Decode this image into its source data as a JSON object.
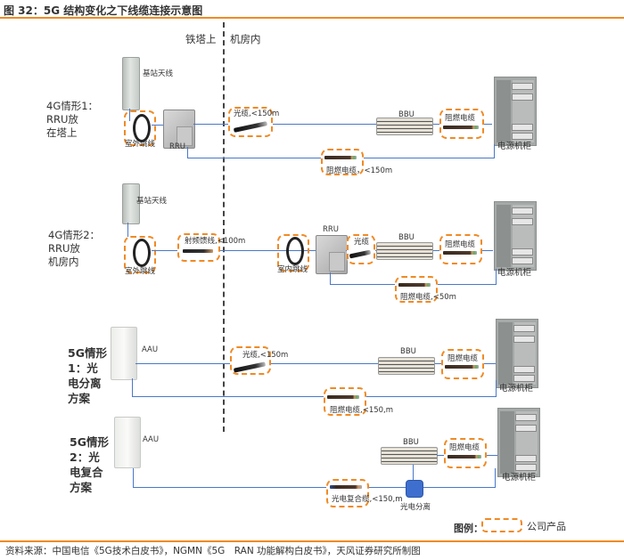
{
  "figure": {
    "title": "图 32：5G 结构变化之下线缆连接示意图",
    "source": "资料来源：中国电信《5G技术白皮书》，NGMN《5G　RAN 功能解构白皮书》，天风证券研究所制图"
  },
  "zones": {
    "tower": "铁塔上",
    "room": "机房内"
  },
  "colors": {
    "accent": "#f08a24",
    "line": "#4a78c8",
    "splitter": "#3e6fcf"
  },
  "scenarios": [
    {
      "label": "4G情形1：\nRRU放\n在塔上",
      "antenna": "基站天线",
      "jumper_out": "室外跳线",
      "rru": "RRU",
      "fiber": "光缆,<150m",
      "bbu": "BBU",
      "power_cable": "阻燃电缆",
      "cabinet": "电源机柜",
      "return_cable": "阻燃电缆，<150m"
    },
    {
      "label": "4G情形2：\nRRU放\n机房内",
      "antenna": "基站天线",
      "jumper_out": "室外跳线",
      "rf_cable": "射频馈线,<100m",
      "jumper_in": "室内跳线",
      "rru": "RRU",
      "fiber": "光缆",
      "bbu": "BBU",
      "power_cable": "阻燃电缆",
      "cabinet": "电源机柜",
      "return_cable": "阻燃电缆,<50m"
    },
    {
      "label": "5G情形\n1：光\n电分离\n方案",
      "aau": "AAU",
      "fiber": "光缆,<150m",
      "bbu": "BBU",
      "power_cable": "阻燃电缆",
      "cabinet": "电源机柜",
      "return_cable": "阻燃电缆,<150,m"
    },
    {
      "label": "5G情形\n2：光\n电复合\n方案",
      "aau": "AAU",
      "hybrid_cable": "光电复合缆,<150,m",
      "splitter": "光电分离",
      "bbu": "BBU",
      "power_cable": "阻燃电缆",
      "cabinet": "电源机柜"
    }
  ],
  "legend": {
    "label": "图例：",
    "item": "公司产品"
  }
}
